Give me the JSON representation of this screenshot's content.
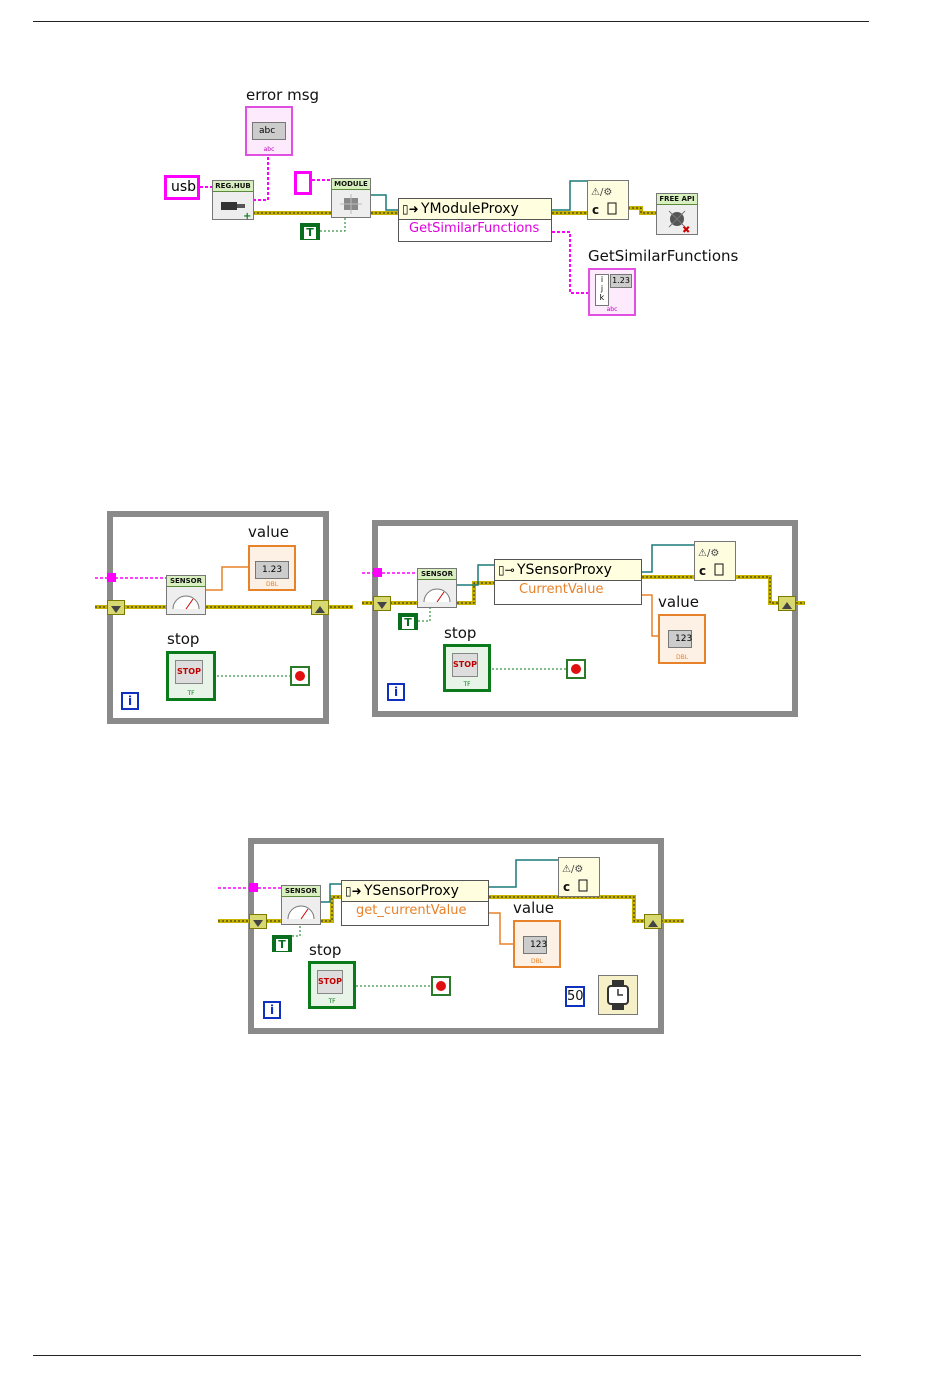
{
  "colors": {
    "string_wire": "#ff00ff",
    "refnum_wire": "#1a7a7a",
    "error_wire": "#e0c000",
    "boolean_wire": "#0a7a1a",
    "double_wire": "#e8822a",
    "loop_border": "#8a8a8a",
    "loop_counter": "#1030c0"
  },
  "diagram1": {
    "error_msg_label": "error msg",
    "error_msg_value": "abc",
    "error_msg_tag": "abc",
    "usb_constant": "usb",
    "reg_hub_label": "REG.HUB",
    "true_constant": "T",
    "module_label": "MODULE",
    "proxy_title": "YModuleProxy",
    "proxy_method": "GetSimilarFunctions",
    "result_label": "GetSimilarFunctions",
    "result_value": "1.23",
    "result_tag": "abc",
    "free_api_label": "FREE API",
    "icons": [
      "error-handler-icon",
      "free-api-icon",
      "usb-plug-icon",
      "module-chip-icon"
    ]
  },
  "diagram2a": {
    "sensor_label": "SENSOR",
    "value_label": "value",
    "value_display": "1.23",
    "value_tag": "DBL",
    "stop_label": "stop",
    "stop_button": "STOP",
    "stop_tag": "TF",
    "iteration": "i"
  },
  "diagram2b": {
    "sensor_label": "SENSOR",
    "true_constant": "T",
    "proxy_title": "YSensorProxy",
    "proxy_property": "CurrentValue",
    "value_label": "value",
    "value_display": "123",
    "value_tag": "DBL",
    "stop_label": "stop",
    "stop_button": "STOP",
    "stop_tag": "TF",
    "iteration": "i"
  },
  "diagram3": {
    "sensor_label": "SENSOR",
    "true_constant": "T",
    "proxy_title": "YSensorProxy",
    "proxy_method": "get_currentValue",
    "value_label": "value",
    "value_display": "123",
    "value_tag": "DBL",
    "stop_label": "stop",
    "stop_button": "STOP",
    "stop_tag": "TF",
    "wait_ms": "50",
    "iteration": "i"
  }
}
